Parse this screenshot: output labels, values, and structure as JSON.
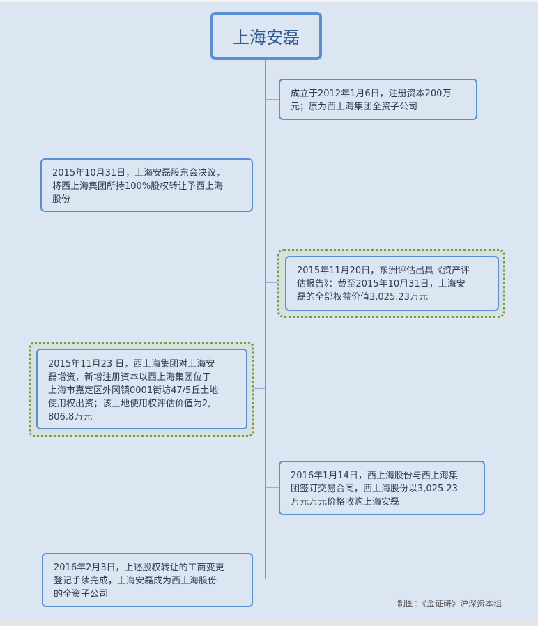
{
  "root": {
    "title": "上海安磊"
  },
  "nodes": [
    {
      "lines": [
        "成立于2012年1月6日，注册资本200万",
        "元；原为西上海集团全资子公司"
      ]
    },
    {
      "lines": [
        "2015年10月31日，上海安磊股东会决议，",
        "将西上海集团所持100%股权转让予西上海",
        "股份"
      ]
    },
    {
      "lines": [
        "2015年11月20日，东洲评估出具《资产评",
        "估报告》：截至2015年10月31日，上海安",
        "磊的全部权益价值3,025.23万元"
      ]
    },
    {
      "lines": [
        "2015年11月23 日，西上海集团对上海安",
        "磊增资，新增注册资本以西上海集团位于",
        "上海市嘉定区外冈镇0001街坊47/5丘土地",
        "使用权出资；该土地使用权评估价值为2,",
        "806.8万元"
      ]
    },
    {
      "lines": [
        "2016年1月14日，西上海股份与西上海集",
        "团签订交易合同，西上海股份以3,025.23",
        "万元万元价格收购上海安磊"
      ]
    },
    {
      "lines": [
        "2016年2月3日，上述股权转让的工商变更",
        "登记手续完成，上海安磊成为西上海股份",
        "的全资子公司"
      ]
    }
  ],
  "footer": "制图：《金证研》沪深资本组",
  "colors": {
    "border": "#5b8fd4",
    "highlight": "#7c9a3a",
    "background": "#dce6f2"
  }
}
